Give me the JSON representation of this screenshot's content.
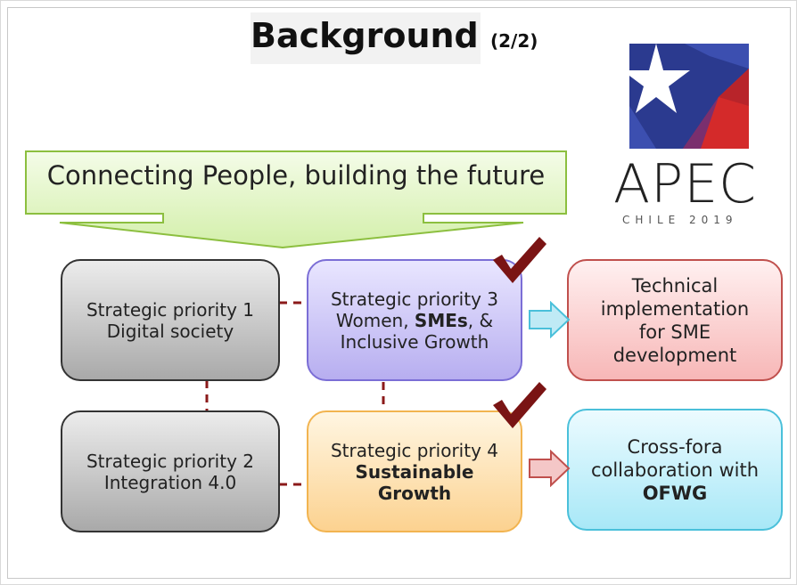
{
  "title": {
    "main": "Background",
    "suffix": "(2/2)"
  },
  "banner": {
    "text": "Connecting People, building the future"
  },
  "logo": {
    "word": "APEC",
    "subtitle": "CHILE 2019",
    "colors": [
      "#2b3a8f",
      "#d42a2a",
      "#7a2f6e"
    ]
  },
  "boxes": {
    "sp1": {
      "line1": "Strategic priority 1",
      "line2": "Digital society"
    },
    "sp2": {
      "line1": "Strategic priority 2",
      "line2": "Integration 4.0"
    },
    "sp3": {
      "line1": "Strategic priority 3",
      "line2a": "Women, ",
      "line2b": "SMEs",
      "line2c": ", &",
      "line3": "Inclusive  Growth"
    },
    "sp4": {
      "line1": "Strategic priority 4",
      "line2": "Sustainable",
      "line3": "Growth"
    },
    "tech": {
      "line1": "Technical",
      "line2": "implementation",
      "line3": "for SME",
      "line4": "development"
    },
    "cross": {
      "line1": "Cross-fora",
      "line2": "collaboration with",
      "line3": "OFWG"
    }
  },
  "colors": {
    "connector": "#8b1a1a",
    "check": "#7a1414",
    "banner_fill": "#e2f5c6",
    "banner_border": "#8cbf3f"
  }
}
